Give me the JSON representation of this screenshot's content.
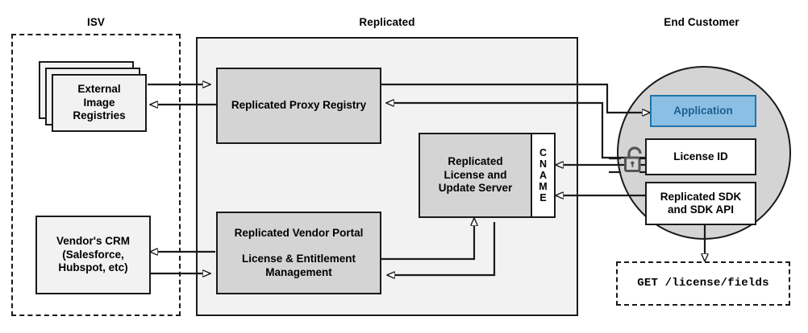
{
  "diagram": {
    "title_isv": "ISV",
    "title_replicated": "Replicated",
    "title_end_customer": "End Customer",
    "colors": {
      "panel_fill": "#f2f2f2",
      "node_gray": "#d4d4d4",
      "node_light": "#f2f2f2",
      "application_fill": "#8cbfe4",
      "application_border": "#2273ab",
      "application_text": "#1c5f91",
      "circle_fill": "#d4d4d4",
      "stroke": "#1a1a1a"
    }
  },
  "isv": {
    "label": "ISV",
    "nodes": {
      "external_registries": "External\nImage\nRegistries",
      "external_registries_lines": [
        "External",
        "Image",
        "Registries"
      ],
      "vendor_crm_lines": [
        "Vendor's CRM",
        "(Salesforce,",
        "Hubspot, etc)"
      ]
    }
  },
  "replicated": {
    "label": "Replicated",
    "nodes": {
      "proxy_registry": "Replicated Proxy Registry",
      "license_update_server_lines": [
        "Replicated",
        "License and",
        "Update Server"
      ],
      "cname_letters": [
        "C",
        "N",
        "A",
        "M",
        "E"
      ],
      "vendor_portal_lines": [
        "Replicated Vendor Portal",
        "License & Entitlement",
        "Management"
      ],
      "vendor_portal_title": "Replicated Vendor Portal",
      "vendor_portal_sub_line1": "License & Entitlement",
      "vendor_portal_sub_line2": "Management"
    }
  },
  "end_customer": {
    "label": "End Customer",
    "nodes": {
      "application": "Application",
      "license_id": "License ID",
      "sdk_lines": [
        "Replicated SDK",
        "and SDK API"
      ],
      "sdk_line1": "Replicated SDK",
      "sdk_line2": "and SDK API"
    },
    "icons": {
      "lock": "unlocked-padlock-icon"
    },
    "api_call": "GET /license/fields"
  }
}
